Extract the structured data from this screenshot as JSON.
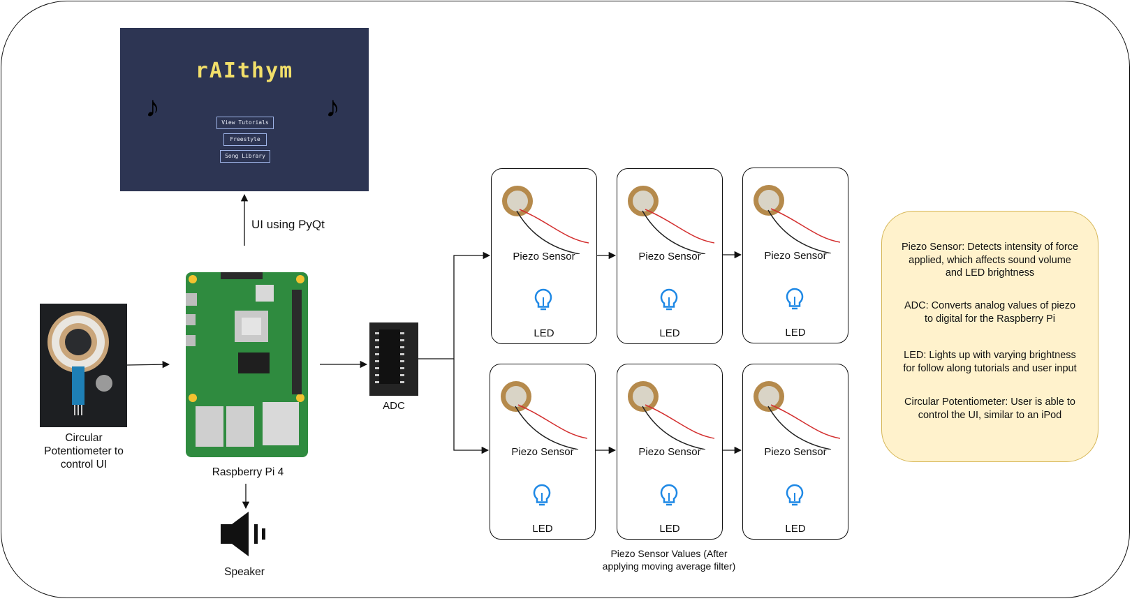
{
  "ui_screen": {
    "title": "rAIthym",
    "buttons": [
      "View Tutorials",
      "Freestyle",
      "Song Library"
    ]
  },
  "labels": {
    "ui_arrow": "UI using PyQt",
    "potentiometer": "Circular Potentiometer to control UI",
    "raspberry_pi": "Raspberry Pi 4",
    "speaker": "Speaker",
    "adc": "ADC",
    "values_caption": "Piezo Sensor Values (After applying moving average filter)"
  },
  "cards": [
    {
      "sensor": "Piezo Sensor",
      "led": "LED"
    },
    {
      "sensor": "Piezo Sensor",
      "led": "LED"
    },
    {
      "sensor": "Piezo Sensor",
      "led": "LED"
    },
    {
      "sensor": "Piezo Sensor",
      "led": "LED"
    },
    {
      "sensor": "Piezo Sensor",
      "led": "LED"
    },
    {
      "sensor": "Piezo Sensor",
      "led": "LED"
    }
  ],
  "legend": [
    "Piezo Sensor: Detects intensity of force applied, which affects sound volume and LED brightness",
    "ADC: Converts analog values of piezo to digital for the Raspberry Pi",
    "LED: Lights up with varying brightness for follow along tutorials and user input",
    "Circular Potentiometer: User is able to control the UI, similar to an iPod"
  ],
  "colors": {
    "ui_background": "#2d3553",
    "ui_title": "#f2df6a",
    "legend_fill": "#fff2cc",
    "legend_border": "#d6b656",
    "bulb_icon": "#1e88e5",
    "board_green": "#2f8b3f"
  }
}
